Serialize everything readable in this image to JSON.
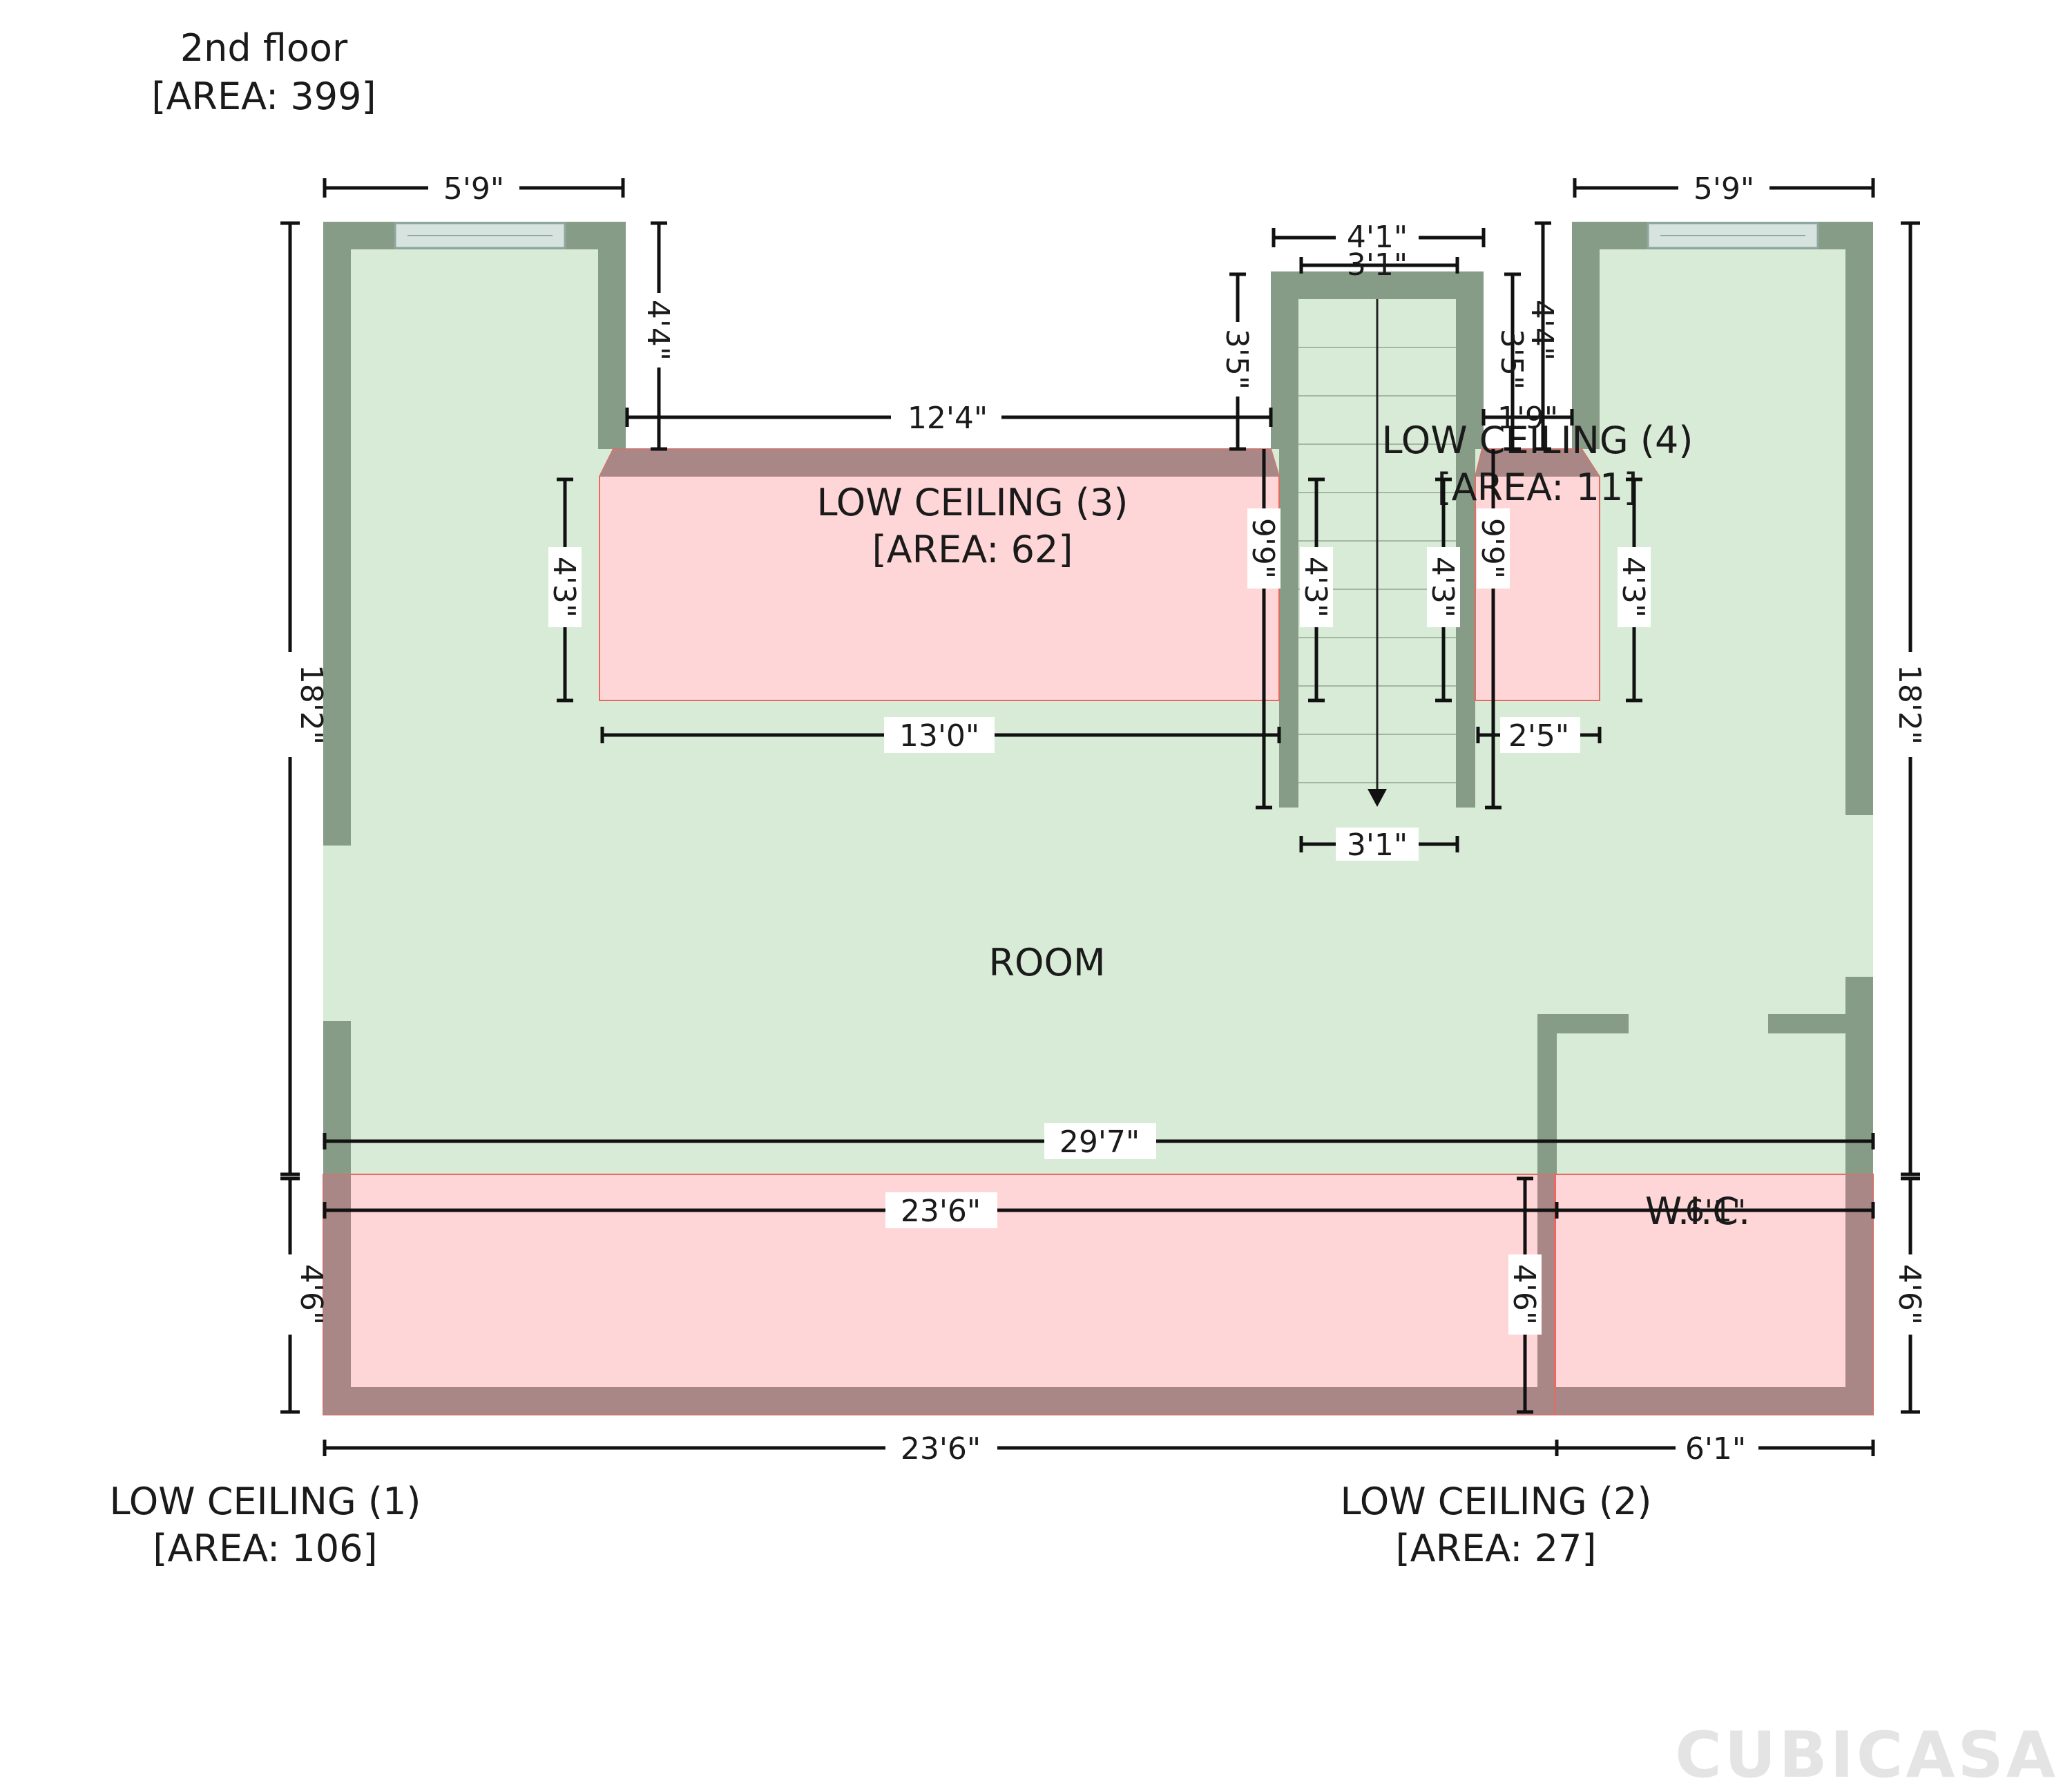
{
  "floor": {
    "name": "2nd floor",
    "area": "[AREA: 399]"
  },
  "rooms": {
    "main": "ROOM",
    "wic": "W.I.C.",
    "low_ceiling_1": {
      "name": "LOW CEILING (1)",
      "area": "[AREA: 106]"
    },
    "low_ceiling_2": {
      "name": "LOW CEILING (2)",
      "area": "[AREA: 27]"
    },
    "low_ceiling_3": {
      "name": "LOW CEILING (3)",
      "area": "[AREA: 62]"
    },
    "low_ceiling_4": {
      "name": "LOW CEILING (4)",
      "area": "[AREA: 11]"
    }
  },
  "dimensions": {
    "top_left_width": "5'9\"",
    "top_right_width": "5'9\"",
    "stair_outer_width": "4'1\"",
    "stair_inner_width_top": "3'1\"",
    "stair_inner_width_bottom": "3'1\"",
    "left_wing_depth": "4'4\"",
    "right_wing_depth": "4'4\"",
    "low3_top_width": "12'4\"",
    "low3_bottom_width": "13'0\"",
    "low3_height": "4'3\"",
    "stair_left_offset": "3'5\"",
    "stair_right_offset": "3'5\"",
    "stair_length_left": "9'9\"",
    "stair_length_right": "9'9\"",
    "stair_inner_left": "4'3\"",
    "stair_inner_right": "4'3\"",
    "low4_top_width": "1'9\"",
    "low4_bottom_width": "2'5\"",
    "low4_height": "4'3\"",
    "left_height": "18'2\"",
    "right_height": "18'2\"",
    "overall_width": "29'7\"",
    "low1_inner_width": "23'6\"",
    "low2_inner_width": "6'1\"",
    "low_ceiling_depth_left": "4'6\"",
    "low_ceiling_depth_mid": "4'6\"",
    "low_ceiling_depth_right": "4'6\"",
    "bottom_left_width": "23'6\"",
    "bottom_right_width": "6'1\""
  },
  "brand": {
    "logo_text": "CUBICASA"
  },
  "colors": {
    "wall": "#879c86",
    "floor": "#d8ebd7",
    "low_ceiling_fill": "#ffd6d8",
    "low_ceiling_stroke": "#e7695f"
  }
}
